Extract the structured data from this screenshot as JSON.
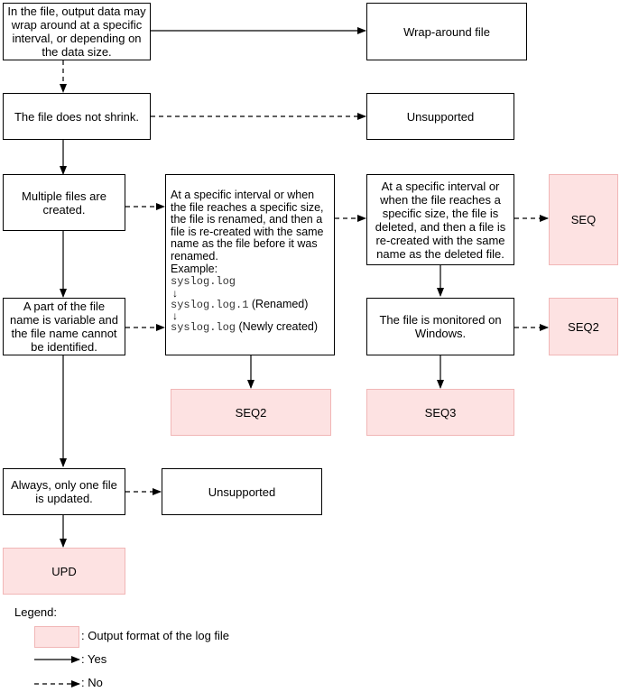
{
  "nodes": {
    "wrap_question": "In the file, output data may wrap around at a specific interval, or depending on the data size.",
    "wraparound_file": "Wrap-around file",
    "no_shrink": "The file does not shrink.",
    "unsupported_top": "Unsupported",
    "multiple_files": "Multiple files are created.",
    "rename_recreate": "At a specific interval or when the file reaches a specific size, the file is renamed, and then a file is re-created with the same name as the file before it was renamed.",
    "example_label": "Example:",
    "example_file_1": "syslog.log",
    "example_arrow_1": "↓",
    "example_file_2": "syslog.log.1",
    "example_note_2": " (Renamed)",
    "example_arrow_2": "↓",
    "example_file_3": "syslog.log",
    "example_note_3": " (Newly created)",
    "delete_recreate": "At a specific interval or when the file reaches a specific size, the file is deleted, and then a file is re-created with the same name as the deleted file.",
    "seq": "SEQ",
    "windows_monitored": "The file is monitored on Windows.",
    "seq2_right": "SEQ2",
    "variable_name": "A part of the file name is variable and the file name cannot be identified.",
    "seq2_bottom": "SEQ2",
    "seq3": "SEQ3",
    "one_file": "Always, only one file is updated.",
    "unsupported_bottom": "Unsupported",
    "upd": "UPD"
  },
  "legend": {
    "title": "Legend:",
    "output_format": ": Output format of the log file",
    "yes": ": Yes",
    "no": ": No"
  },
  "colors": {
    "output_fill": "#fde2e2",
    "output_border": "#f1b6b6",
    "line": "#000000"
  }
}
